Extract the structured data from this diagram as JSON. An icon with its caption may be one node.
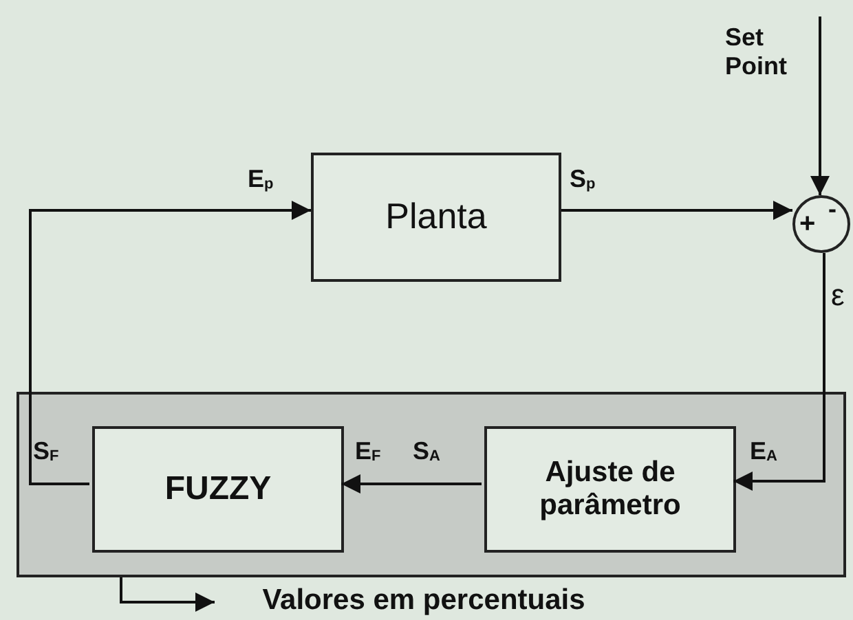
{
  "diagram": {
    "nodes": [
      {
        "text": [
          "Set Point"
        ]
      },
      {
        "text": [
          "Planta"
        ],
        "beside": [
          "E$_{p}$",
          "S$_{p}$"
        ]
      },
      {
        "text": [
          "+",
          "-"
        ]
      },
      {
        "text": [],
        "shape": "box"
      },
      {
        "text": [
          "FUZZY"
        ],
        "in": 3,
        "beside": [
          "S$_{F}$",
          "E$_{F}$"
        ]
      },
      {
        "text": [
          "Ajuste de parâmetro"
        ],
        "in": 3,
        "beside": [
          "S$_{A}$",
          "E$_{A}$"
        ]
      },
      {
        "text": [
          "Valores em percentuais"
        ]
      }
    ],
    "edges": [
      {
        "from": 0,
        "to": 2,
        "arrow": "to"
      },
      {
        "from": 1,
        "to": 2,
        "arrow": "to"
      },
      {
        "from": 2,
        "to": 5,
        "arrow": "to",
        "label": "ε"
      },
      {
        "from": 5,
        "to": 4,
        "arrow": "to"
      },
      {
        "from": 4,
        "to": 1,
        "arrow": "to"
      },
      {
        "from": 3,
        "to": 6,
        "arrow": "to"
      }
    ]
  }
}
